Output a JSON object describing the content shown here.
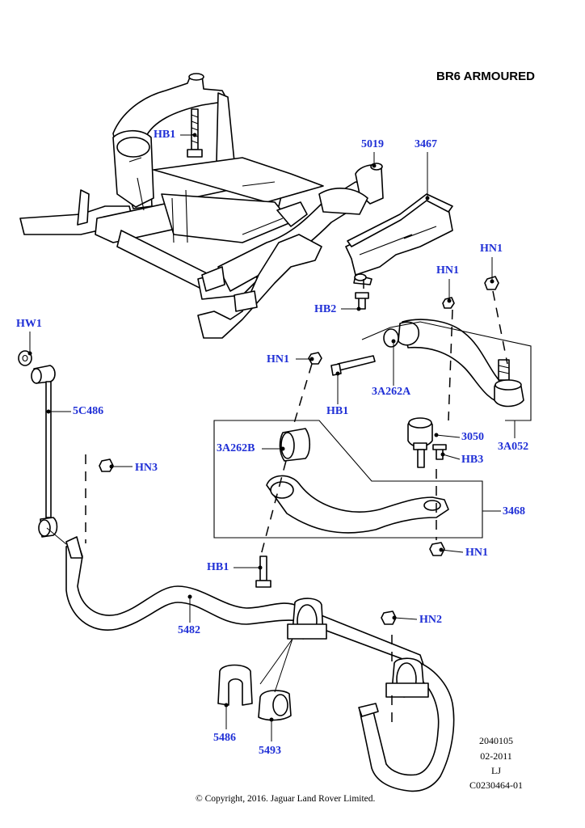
{
  "heading": "BR6 ARMOURED",
  "callouts": {
    "hb1_top": "HB1",
    "p5019": "5019",
    "p3467": "3467",
    "hn1_right": "HN1",
    "hn1_mid": "HN1",
    "hb2": "HB2",
    "hw1": "HW1",
    "hn1_left": "HN1",
    "p3a262a": "3A262A",
    "hb1_mid": "HB1",
    "p5c486": "5C486",
    "p3a262b": "3A262B",
    "p3050": "3050",
    "p3a052": "3A052",
    "hb3": "HB3",
    "hn3": "HN3",
    "p3468": "3468",
    "hn1_low": "HN1",
    "hb1_low": "HB1",
    "p5482": "5482",
    "hn2": "HN2",
    "p5486": "5486",
    "p5493": "5493"
  },
  "meta": {
    "line1": "2040105",
    "line2": "02-2011",
    "line3": "LJ",
    "line4": "C0230464-01"
  },
  "copyright": "© Copyright, 2016. Jaguar Land Rover Limited."
}
